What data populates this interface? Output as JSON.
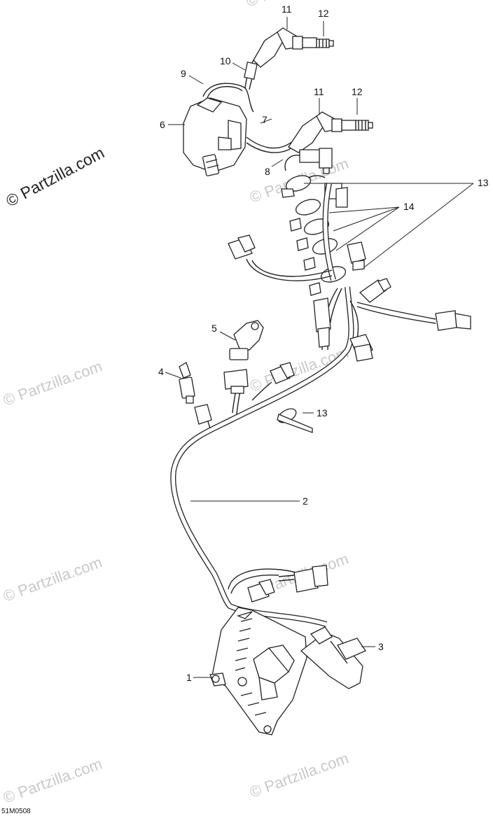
{
  "diagram": {
    "drawing_code": "51M0508",
    "watermark_main": "© Partzilla.com",
    "watermark_faint": "© Partzilla.com",
    "callouts": [
      "1",
      "2",
      "3",
      "4",
      "5",
      "6",
      "7",
      "8",
      "9",
      "10",
      "11",
      "12",
      "11",
      "12",
      "13",
      "14",
      "13"
    ]
  }
}
